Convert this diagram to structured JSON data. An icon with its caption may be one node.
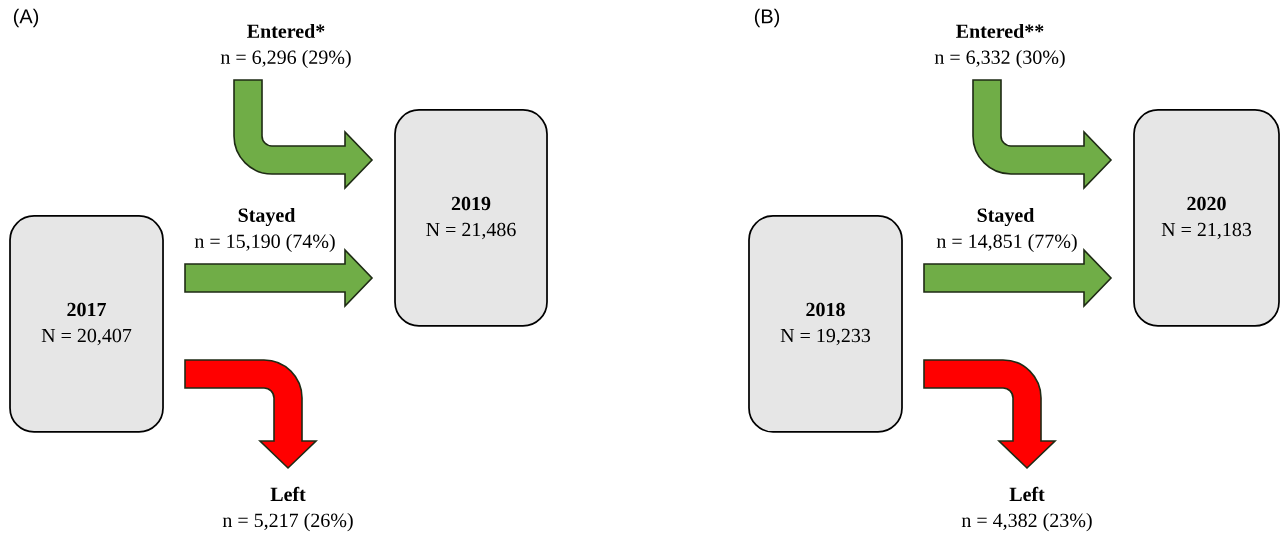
{
  "diagram": {
    "nodes": [
      {
        "text": [
          "Entered*",
          "n = 6,296 (29%)"
        ]
      },
      {
        "text": [
          "2019",
          "N = 21,486"
        ]
      },
      {
        "text": [
          "2017",
          "N = 20,407"
        ]
      },
      {
        "text": [
          "Left",
          "n = 5,217 (26%)"
        ]
      },
      {
        "text": [
          "Entered**",
          "n = 6,332 (30%)"
        ]
      },
      {
        "text": [
          "2020",
          "N = 21,183"
        ]
      },
      {
        "text": [
          "2018",
          "N = 19,233"
        ]
      },
      {
        "text": [
          "Left",
          "n = 4,382 (23%)"
        ]
      }
    ],
    "edges": [
      {
        "from": 0,
        "to": 1,
        "arrow": "to"
      },
      {
        "from": 2,
        "to": 1,
        "arrow": "to",
        "label": "Stayed"
      },
      {
        "from": 2,
        "to": 3,
        "arrow": "to",
        "color": "#ff0000"
      },
      {
        "from": 4,
        "to": 5,
        "arrow": "to"
      },
      {
        "from": 6,
        "to": 5,
        "arrow": "to",
        "label": "Stayed"
      },
      {
        "from": 6,
        "to": 7,
        "arrow": "to",
        "color": "#ff0000"
      }
    ],
    "labels": [
      "(A)",
      "n = 15,190 (74%)",
      "(B)",
      "n = 14,851 (77%)"
    ]
  }
}
